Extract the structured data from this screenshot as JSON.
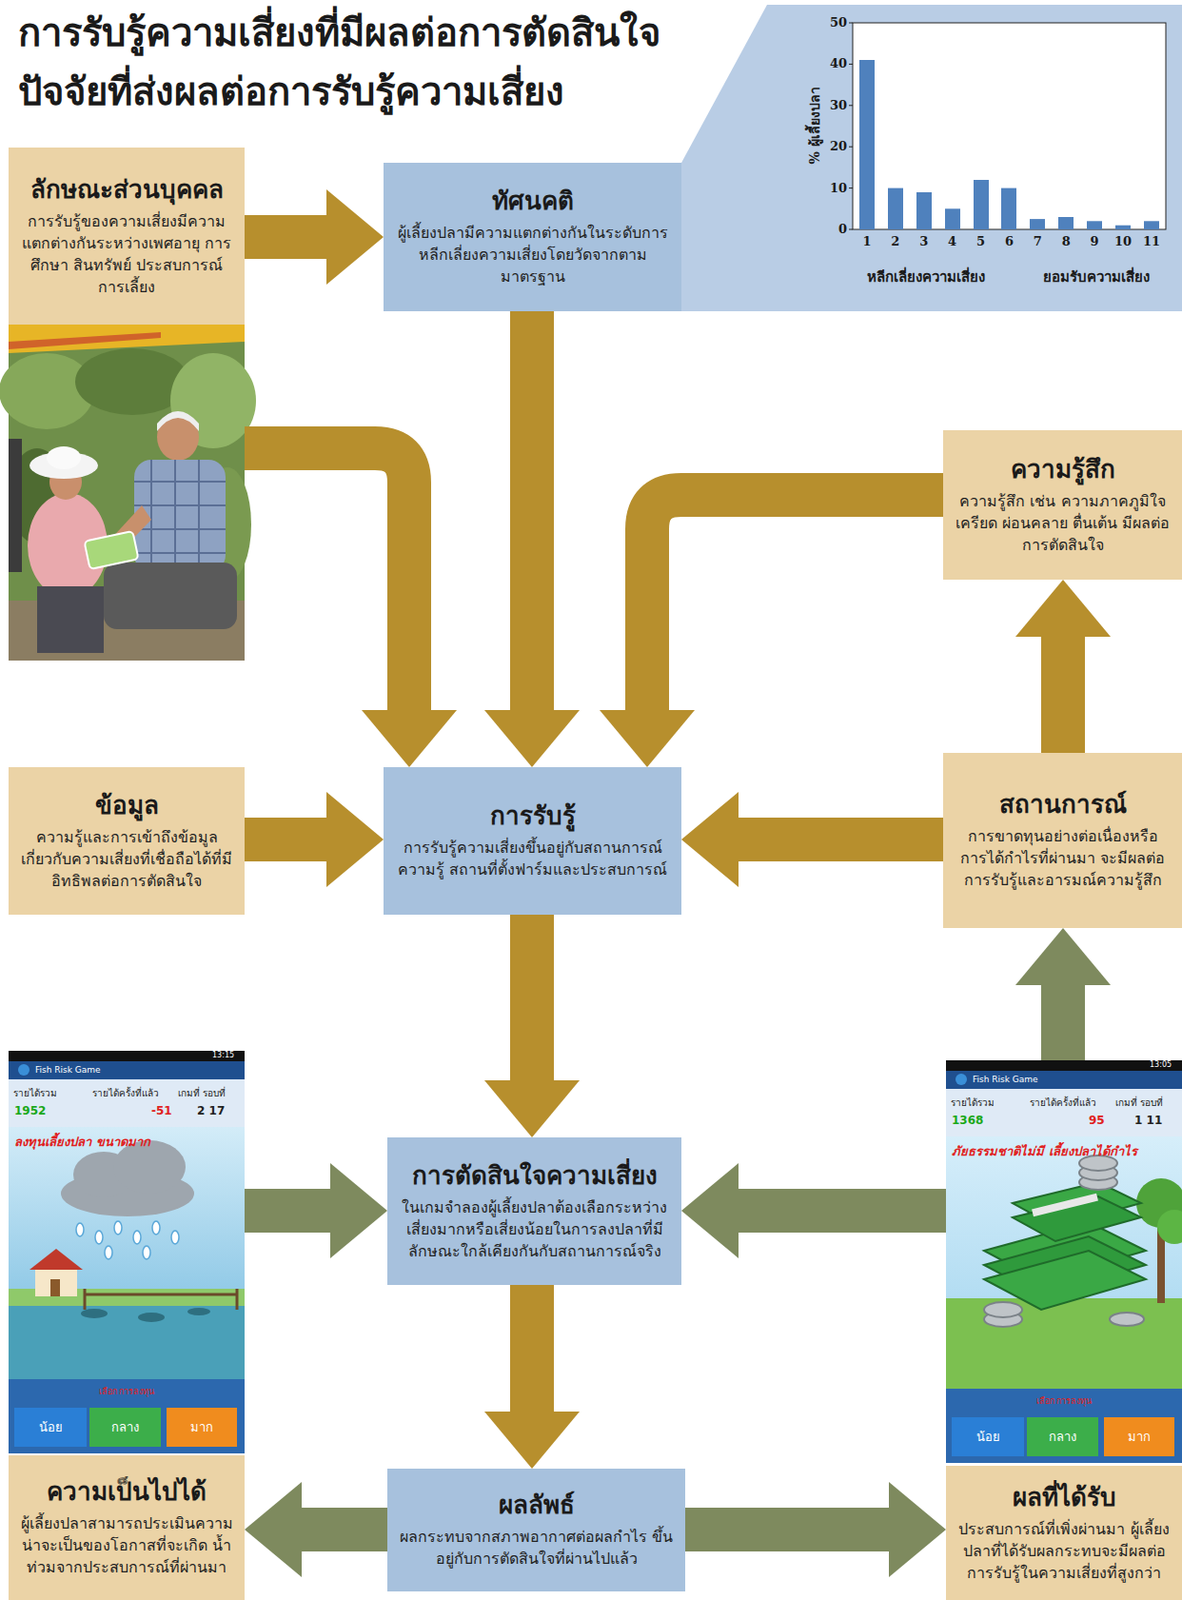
{
  "diagram": {
    "title": "การรับรู้ความเสี่ยงที่มีผลต่อการตัดสินใจ",
    "nodes": [
      {
        "text": [
          "ลักษณะส่วนบุคคล",
          "การรับรู้ของความเสี่ยงมีความ แตกต่างกันระหว่างเพศอายุ การศึกษา สินทรัพย์ ประสบการณ์ การเลี้ยง"
        ]
      },
      {
        "text": [
          "ทัศนคติ",
          "ผู้เลี้ยงปลามีความแตกต่างกันในระดับการ หลีกเลี่ยงความเสี่ยงโดยวัดจากตาม มาตรฐาน"
        ]
      },
      {
        "text": [
          "ความรู้สึก",
          "ความรู้สึก เช่น ความภาคภูมิใจ เครียด ผ่อนคลาย ตื่นเต้น มีผลต่อ การตัดสินใจ"
        ]
      },
      {
        "text": [
          "ข้อมูล",
          "ความรู้และการเข้าถึงข้อมูล เกี่ยวกับความเสี่ยงที่เชื่อถือได้ที่มี อิทธิพลต่อการตัดสินใจ"
        ]
      },
      {
        "text": [
          "การรับรู้",
          "การรับรู้ความเสี่ยงขึ้นอยู่กับสถานการณ์ ความรู้ สถานที่ตั้งฟาร์มและประสบการณ์"
        ]
      },
      {
        "text": [
          "สถานการณ์",
          "การขาดทุนอย่างต่อเนื่องหรือ การได้กำไรที่ผ่านมา จะมีผลต่อ การรับรู้และอารมณ์ความรู้สึก"
        ]
      },
      {
        "text": [
          "การตัดสินใจความเสี่ยง",
          "ในเกมจำลองผู้เลี้ยงปลาต้องเลือกระหว่าง เสี่ยงมากหรือเสี่ยงน้อยในการลงปลาที่มี ลักษณะใกล้เคียงกันกับสถานการณ์จริง"
        ]
      },
      {
        "text": [
          "ความเป็นไปได้",
          "ผู้เลี้ยงปลาสามารถประเมินความ น่าจะเป็นของโอกาสที่จะเกิด น้ำท่วมจากประสบการณ์ที่ผ่านมา"
        ]
      },
      {
        "text": [
          "ผลลัพธ์",
          "ผลกระทบจากสภาพอากาศต่อผลกำไร ขึ้นอยู่กับการตัดสินใจที่ผ่านไปแล้ว"
        ]
      },
      {
        "text": [
          "ผลที่ได้รับ",
          "ประสบการณ์ที่เพิ่งผ่านมา ผู้เลี้ยง ปลาที่ได้รับผลกระทบจะมีผลต่อ การรับรู้ในความเสี่ยงที่สูงกว่า"
        ]
      }
    ],
    "edges": [
      {
        "from": 0,
        "to": 1,
        "arrow": "to"
      },
      {
        "from": 0,
        "to": 4,
        "arrow": "to"
      },
      {
        "from": 1,
        "to": 4,
        "arrow": "to"
      },
      {
        "from": 2,
        "to": 4,
        "arrow": "to"
      },
      {
        "from": 3,
        "to": 4,
        "arrow": "to"
      },
      {
        "from": 5,
        "to": 4,
        "arrow": "to"
      },
      {
        "from": 5,
        "to": 2,
        "arrow": "to"
      },
      {
        "from": 4,
        "to": 6,
        "arrow": "to"
      },
      {
        "from": 7,
        "to": 6,
        "arrow": "to"
      },
      {
        "from": 9,
        "to": 6,
        "arrow": "to"
      },
      {
        "from": 6,
        "to": 8,
        "arrow": "to"
      },
      {
        "from": 8,
        "to": 7,
        "arrow": "to"
      },
      {
        "from": 8,
        "to": 9,
        "arrow": "to"
      },
      {
        "from": 9,
        "to": 5,
        "arrow": "to"
      }
    ],
    "labels": [
      "ปัจจัยที่ส่งผลต่อการรับรู้ความเสี่ยง",
      "50",
      "40",
      "30",
      "20",
      "10",
      "0",
      "% ผู้เลี้ยงปลา",
      "1",
      "2",
      "3",
      "4",
      "5",
      "6",
      "7",
      "8",
      "9",
      "10",
      "11",
      "หลีกเลี่ยงความเสี่ยง",
      "ยอมรับความเสี่ยง",
      "13:15",
      "Fish Risk Game",
      "รายได้รวม",
      "รายได้ครั้งที่แล้ว",
      "เกมที่ รอบที่",
      "1952",
      "-51",
      "2 17",
      "ลงทุนเลี้ยงปลา ขนาดมาก",
      "เลือก การลงทุน",
      "น้อย",
      "กลาง",
      "มาก",
      "13:05",
      "Fish Risk Game",
      "รายได้รวม",
      "รายได้ครั้งที่แล้ว",
      "เกมที่ รอบที่",
      "1368",
      "95",
      "1 11",
      "ภัยธรรมชาติไม่มี เลี้ยงปลาได้กำไร",
      "เลือก การลงทุน",
      "น้อย",
      "กลาง",
      "มาก"
    ]
  }
}
